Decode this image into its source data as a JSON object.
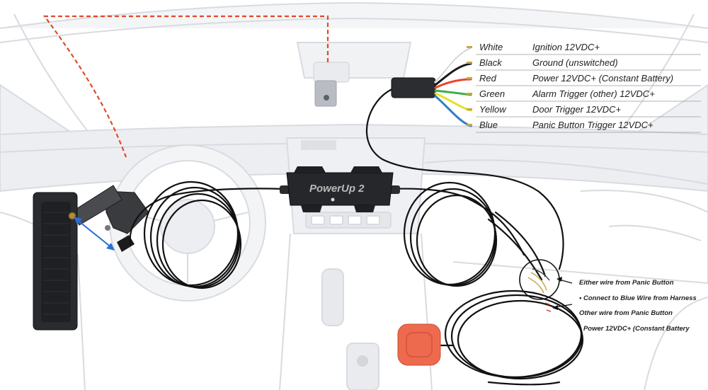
{
  "device": {
    "name": "PowerUp 2"
  },
  "harness": {
    "wires": [
      {
        "color_name": "White",
        "function": "Ignition 12VDC+",
        "hex": "#ffffff"
      },
      {
        "color_name": "Black",
        "function": "Ground (unswitched)",
        "hex": "#1a1a1a"
      },
      {
        "color_name": "Red",
        "function": "Power 12VDC+ (Constant Battery)",
        "hex": "#e8442a"
      },
      {
        "color_name": "Green",
        "function": "Alarm Trigger (other) 12VDC+",
        "hex": "#3fae49"
      },
      {
        "color_name": "Yellow",
        "function": "Door Trigger 12VDC+",
        "hex": "#e6e022"
      },
      {
        "color_name": "Blue",
        "function": "Panic Button Trigger 12VDC+",
        "hex": "#2f7fc4"
      }
    ]
  },
  "panic_button_notes": {
    "first_heading": "Either wire from Panic Button",
    "first_item": "• Connect to Blue Wire from Harness",
    "second_heading": "Other wire from Panic Button",
    "second_item": "• Power 12VDC+ (Constant Battery"
  },
  "colors": {
    "route_dashed": "#e04a2a",
    "cable": "#111111",
    "panic_button": "#ee6a4e",
    "car_outline": "#d8dbe0",
    "car_fill": "#f2f3f5",
    "connector_arrow": "#2a6fd6"
  }
}
